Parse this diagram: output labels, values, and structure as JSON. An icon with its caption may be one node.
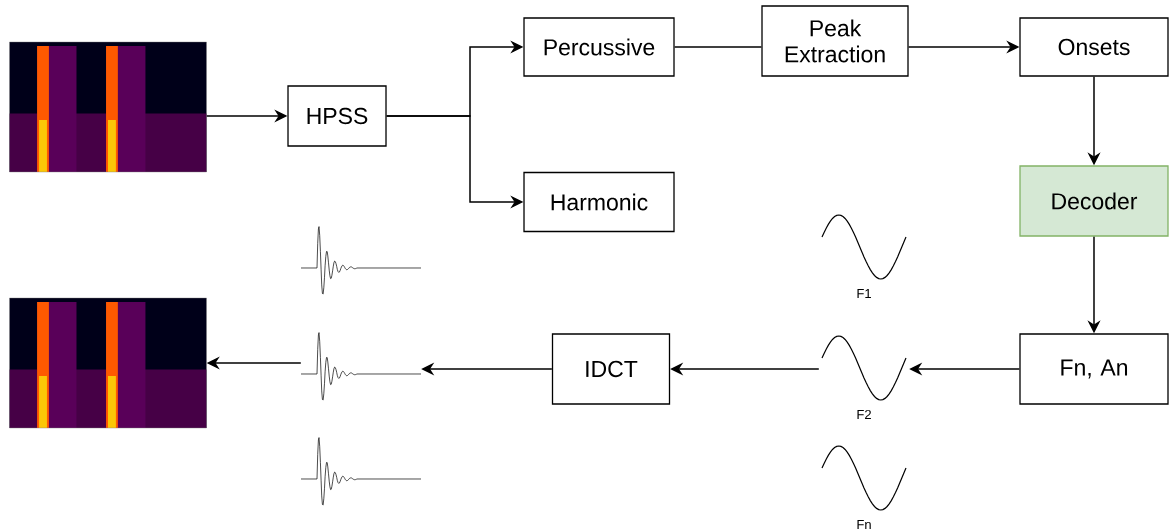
{
  "diagram": {
    "nodes": [
      {
        "text": [],
        "shape": "picture"
      },
      {
        "text": [
          "HPSS"
        ]
      },
      {
        "text": [
          "Percussive"
        ]
      },
      {
        "text": [
          "Harmonic"
        ]
      },
      {
        "text": [
          "Peak Extraction"
        ]
      },
      {
        "text": [
          "Onsets"
        ]
      },
      {
        "text": [
          "Decoder"
        ]
      },
      {
        "text": [
          "Fn, An"
        ]
      },
      {
        "text": [
          "F1"
        ]
      },
      {
        "text": [
          "F2"
        ]
      },
      {
        "text": [
          "Fn"
        ]
      },
      {
        "text": [
          "IDCT"
        ]
      },
      {
        "text": [],
        "shape": "picture"
      },
      {
        "text": [],
        "shape": "picture"
      },
      {
        "text": [],
        "shape": "picture"
      },
      {
        "text": [],
        "shape": "picture"
      }
    ],
    "edges": [
      {
        "from": 0,
        "to": 1,
        "arrow": "to"
      },
      {
        "from": 1,
        "to": 2,
        "arrow": "to"
      },
      {
        "from": 1,
        "to": 3,
        "arrow": "to"
      },
      {
        "from": 2,
        "to": 4,
        "arrow": "none"
      },
      {
        "from": 4,
        "to": 5,
        "arrow": "to"
      },
      {
        "from": 5,
        "to": 6,
        "arrow": "to"
      },
      {
        "from": 6,
        "to": 7,
        "arrow": "to"
      },
      {
        "from": 7,
        "to": 9,
        "arrow": "to"
      },
      {
        "from": 9,
        "to": 11,
        "arrow": "to"
      },
      {
        "from": 11,
        "to": 13,
        "arrow": "to"
      },
      {
        "from": 13,
        "to": 15,
        "arrow": "to"
      }
    ]
  }
}
